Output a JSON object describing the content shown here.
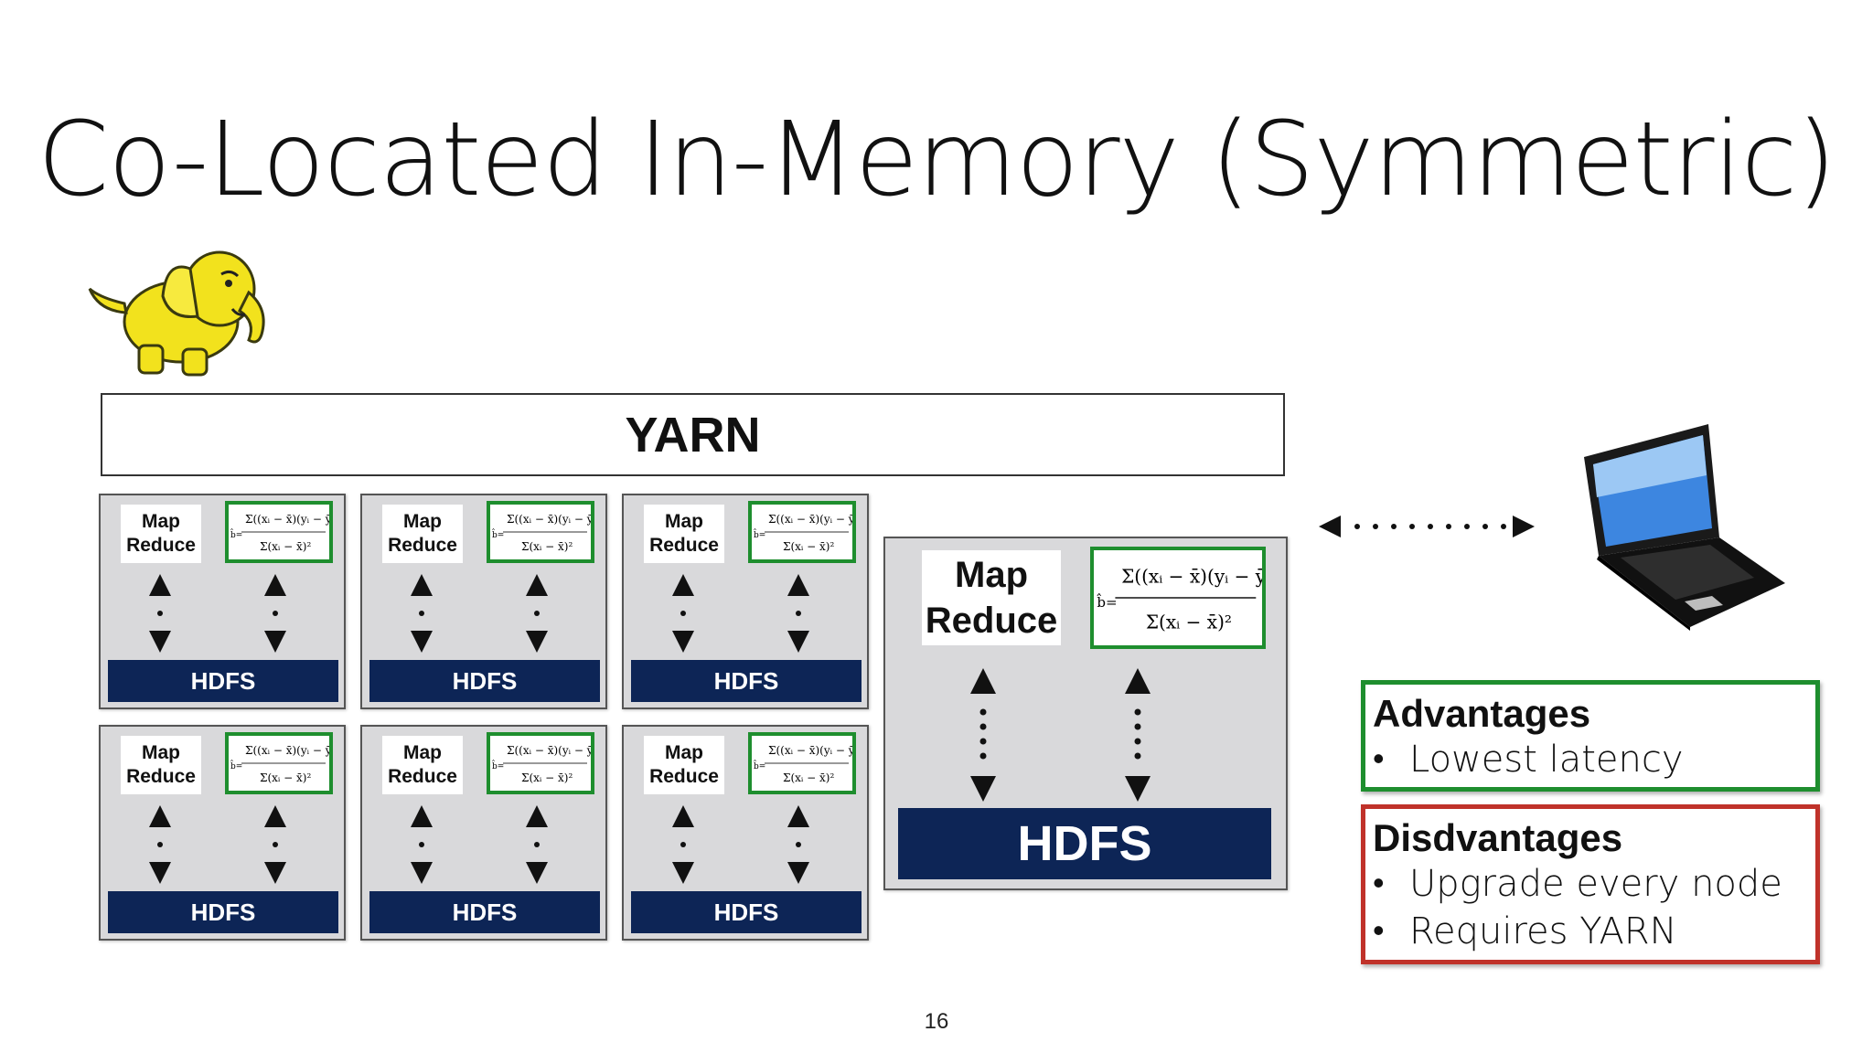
{
  "title": "Co-Located In-Memory (Symmetric)",
  "yarn_label": "YARN",
  "nodes": {
    "map_reduce_label": "Map Reduce",
    "hdfs_label": "HDFS"
  },
  "large_node": {
    "map_reduce_label": "Map Reduce",
    "hdfs_label": "HDFS"
  },
  "advantages": {
    "heading": "Advantages",
    "items": [
      "Lowest latency"
    ]
  },
  "disadvantages": {
    "heading": "Disdvantages",
    "items": [
      "Upgrade every node",
      "Requires YARN"
    ]
  },
  "page_number": "16",
  "colors": {
    "hdfs_bar": "#0d2556",
    "advantages_border": "#1e8e2e",
    "disadvantages_border": "#c0322a",
    "node_bg": "#d9d9db"
  },
  "icons": [
    "hadoop-elephant-logo",
    "laptop-icon",
    "bidirectional-dotted-arrow-icon"
  ]
}
